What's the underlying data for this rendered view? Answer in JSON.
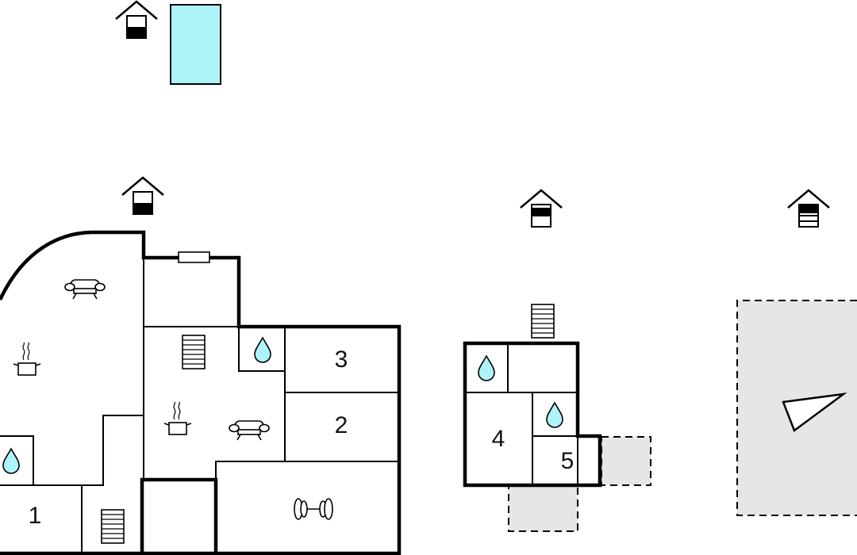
{
  "colors": {
    "wall": "#000000",
    "background": "#ffffff",
    "pool": "#aef3f7",
    "water_drop": "#aef3f7",
    "terrace": "#e6e6e6"
  },
  "rooms": {
    "room_1": "1",
    "room_2": "2",
    "room_3": "3",
    "room_4": "4",
    "room_5": "5"
  },
  "icons": {
    "level": "floor-level-icon",
    "sofa": "sofa-icon",
    "kitchen": "cooking-pot-icon",
    "bathroom": "water-drop-icon",
    "stairs": "stairs-icon",
    "fitness": "dumbbell-icon",
    "window": "window-icon",
    "pool": "pool-icon",
    "terrace": "terrace-icon",
    "compass": "north-arrow-icon"
  }
}
